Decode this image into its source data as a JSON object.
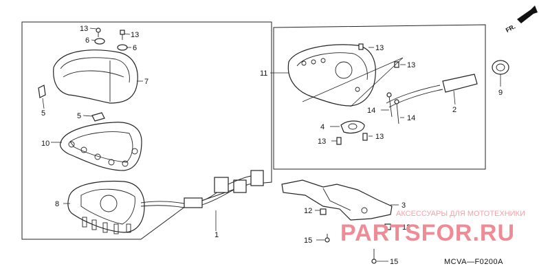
{
  "labels": {
    "l13a": "13",
    "l13b": "13",
    "l6a": "6",
    "l6b": "6",
    "l7": "7",
    "l5a": "5",
    "l5b": "5",
    "l10": "10",
    "l8": "8",
    "l1": "1",
    "l11": "11",
    "l13c": "13",
    "l13d": "13",
    "l9": "9",
    "l2": "2",
    "l14a": "14",
    "l14b": "14",
    "l4": "4",
    "l13e": "13",
    "l13f": "13",
    "l3": "3",
    "l12a": "12",
    "l12b": "12",
    "l15a": "15",
    "l15b": "15"
  },
  "direction": "FR.",
  "diagram_code": "MCVA—F0200A",
  "watermark": {
    "tagline": "АКСЕССУАРЫ ДЛЯ МОТОТЕХНИКИ",
    "brand": "PARTSFOR.RU"
  },
  "colors": {
    "line": "#222222",
    "watermark": "#f08a94"
  }
}
